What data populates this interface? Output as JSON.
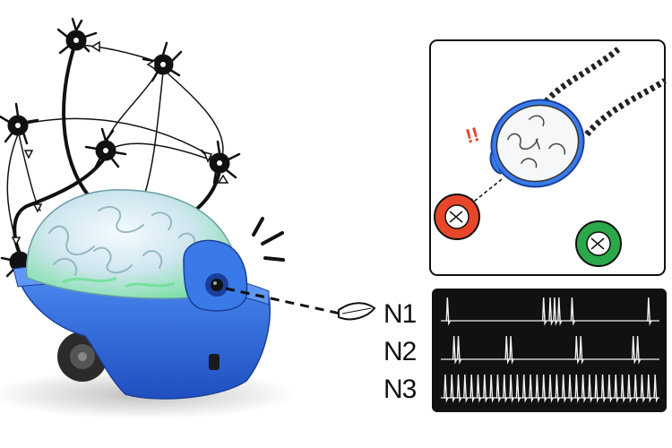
{
  "figure": {
    "robot_color": "#2f6fe0",
    "brain_tint": "#7ee0a8",
    "panel_top": {
      "targets": [
        {
          "name": "red-target",
          "color": "#e8462a"
        },
        {
          "name": "green-target",
          "color": "#2aa84a"
        }
      ],
      "alert_mark": "!!",
      "alert_color": "#e8462a"
    },
    "panel_bottom": {
      "background": "#111111",
      "trace_color": "#f2f2f2",
      "traces": [
        {
          "label": "N1",
          "spike_times": [
            0.03,
            0.47,
            0.5,
            0.52,
            0.54,
            0.6,
            0.95
          ]
        },
        {
          "label": "N2",
          "spike_times": [
            0.06,
            0.08,
            0.3,
            0.32,
            0.62,
            0.64,
            0.88,
            0.9
          ]
        },
        {
          "label": "N3",
          "spike_times": [
            0.02,
            0.05,
            0.08,
            0.11,
            0.14,
            0.17,
            0.2,
            0.23,
            0.26,
            0.29,
            0.32,
            0.35,
            0.38,
            0.41,
            0.44,
            0.47,
            0.5,
            0.53,
            0.56,
            0.59,
            0.62,
            0.65,
            0.68,
            0.71,
            0.74,
            0.77,
            0.8,
            0.83,
            0.86,
            0.89,
            0.92,
            0.95,
            0.98
          ]
        }
      ]
    }
  }
}
